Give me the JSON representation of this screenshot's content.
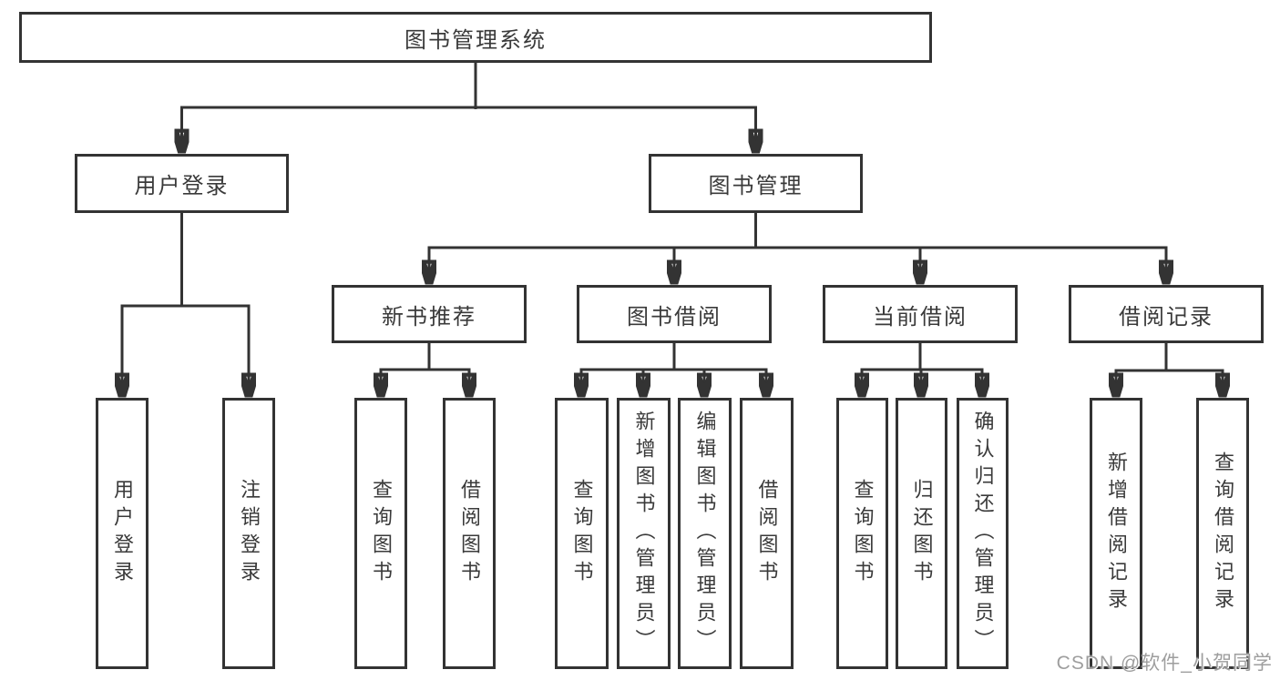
{
  "diagram": {
    "tree": {
      "label": "图书管理系统",
      "children": [
        {
          "label": "用户登录",
          "children": [
            {
              "label": "用户登录"
            },
            {
              "label": "注销登录"
            }
          ]
        },
        {
          "label": "图书管理",
          "children": [
            {
              "label": "新书推荐",
              "children": [
                {
                  "label": "查询图书"
                },
                {
                  "label": "借阅图书"
                }
              ]
            },
            {
              "label": "图书借阅",
              "children": [
                {
                  "label": "查询图书"
                },
                {
                  "label": "新增图书（管理员）"
                },
                {
                  "label": "编辑图书（管理员）"
                },
                {
                  "label": "借阅图书"
                }
              ]
            },
            {
              "label": "当前借阅",
              "children": [
                {
                  "label": "查询图书"
                },
                {
                  "label": "归还图书"
                },
                {
                  "label": "确认归还（管理员）"
                }
              ]
            },
            {
              "label": "借阅记录",
              "children": [
                {
                  "label": "新增借阅记录"
                },
                {
                  "label": "查询借阅记录"
                }
              ]
            }
          ]
        }
      ]
    },
    "colors": {
      "line": "#333333",
      "box_border": "#333333",
      "text": "#3a3a3a",
      "background": "#ffffff",
      "watermark": "#9e9e9e"
    }
  },
  "watermark": {
    "text": "CSDN @软件_小贺同学"
  }
}
